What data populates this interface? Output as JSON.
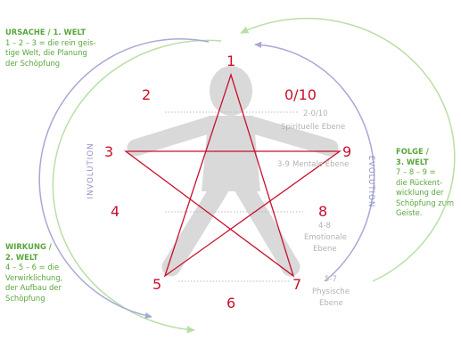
{
  "cause": {
    "heading": "URSACHE / 1. WELT",
    "lines": [
      "1 – 2 – 3 = die rein geis-",
      "tige Welt, die Planung",
      "der Schöpfung"
    ]
  },
  "effect": {
    "heading_lines": [
      "WIRKUNG /",
      "2. WELT"
    ],
    "lines": [
      "4 – 5 – 6 = die",
      "Verwirklichung,",
      "der Aufbau der",
      "Schöpfung"
    ]
  },
  "consequence": {
    "heading_lines": [
      "FOLGE /",
      "3. WELT"
    ],
    "lines": [
      "7 – 8 – 9 =",
      "die Rückent-",
      "wicklung der",
      "Schöpfung zum",
      "Geiste."
    ]
  },
  "involution_label": "INVOLUTION",
  "evolution_label": "EVOLUTION",
  "numbers": {
    "n1": "1",
    "n2": "2",
    "n3": "3",
    "n4": "4",
    "n5": "5",
    "n6": "6",
    "n7": "7",
    "n8": "8",
    "n9": "9",
    "n0_10": "0/10"
  },
  "levels": {
    "spiritual_range": "2-0/10",
    "spiritual_name": "Spirituelle Ebene",
    "mental_range": "3-9",
    "mental_name": "Mentale Ebene",
    "emotional_range": "4-8",
    "emotional_name_1": "Emotionale",
    "emotional_name_2": "Ebene",
    "physical_range": "5-7",
    "physical_name_1": "Physische",
    "physical_name_2": "Ebene"
  },
  "colors": {
    "star": "#c8102e",
    "figure": "#d9d9d9",
    "outer_arrows": "#b9dfa6",
    "inner_arrows": "#a9a7d6",
    "side_text": "#5aa63c",
    "level_text": "#b3b3b3"
  }
}
